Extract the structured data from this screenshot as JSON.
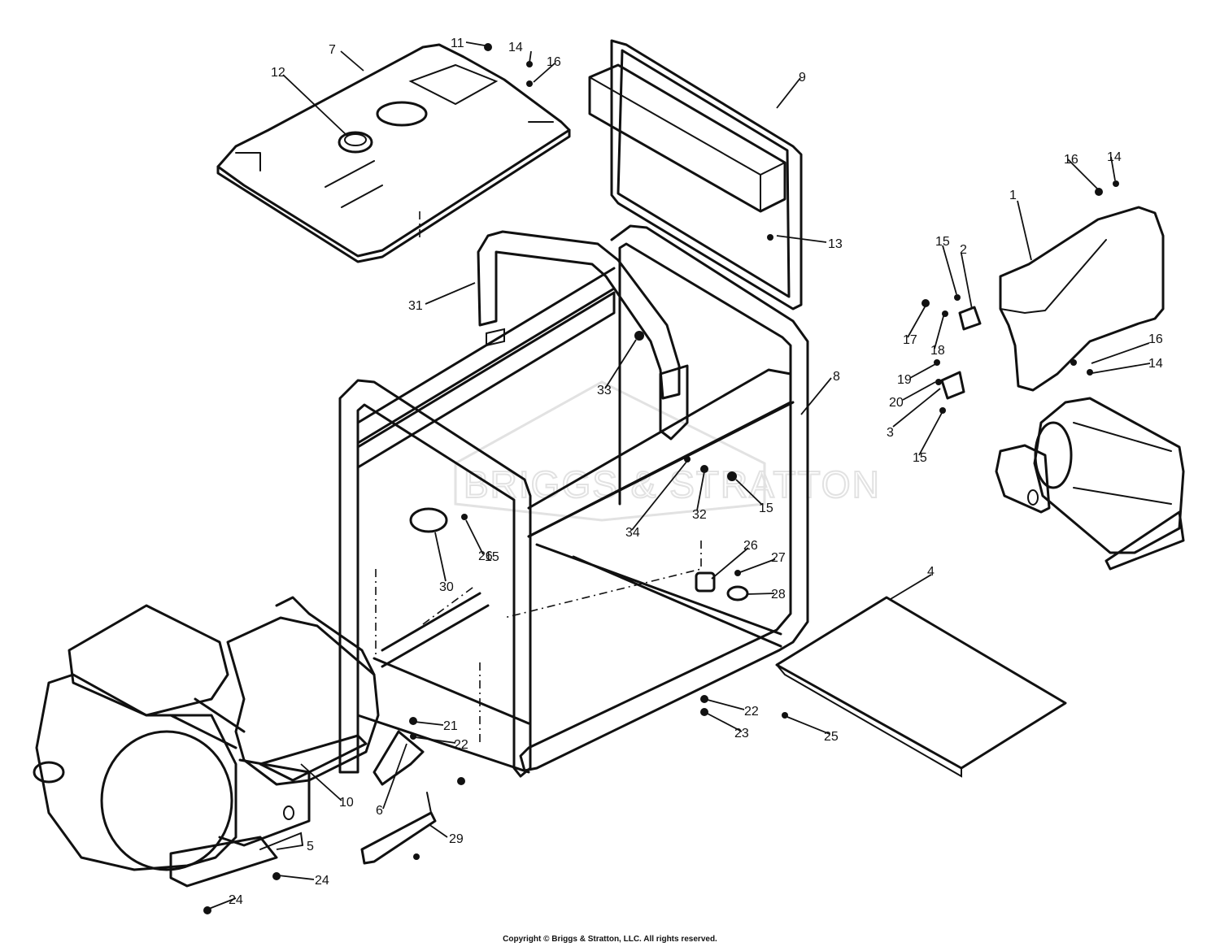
{
  "watermark": "BRIGGS & STRATTON",
  "copyright": "Copyright © Briggs & Stratton, LLC. All rights reserved.",
  "callouts": [
    "1",
    "2",
    "3",
    "4",
    "5",
    "6",
    "7",
    "8",
    "9",
    "10",
    "11",
    "12",
    "13",
    "14",
    "14",
    "14",
    "15",
    "15",
    "15",
    "15",
    "16",
    "16",
    "16",
    "17",
    "18",
    "19",
    "20",
    "21",
    "22",
    "22",
    "23",
    "24",
    "24",
    "25",
    "26",
    "26",
    "27",
    "28",
    "29",
    "30",
    "31",
    "32",
    "33",
    "34"
  ]
}
